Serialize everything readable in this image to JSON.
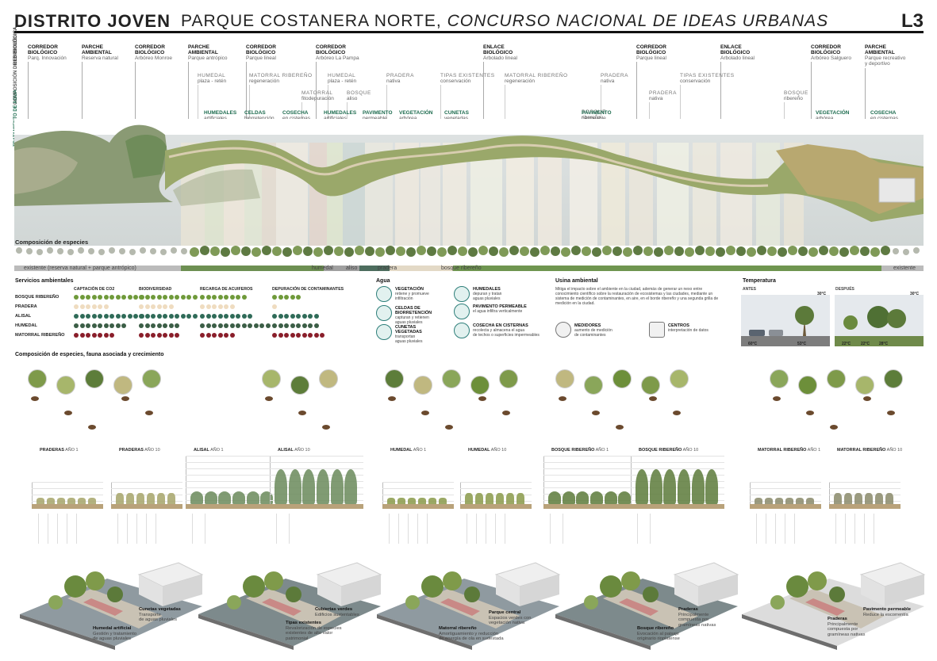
{
  "header": {
    "title_bold": "DISTRITO JOVEN",
    "title_rest": "PARQUE COSTANERA NORTE,",
    "title_italic": "CONCURSO NACIONAL DE IDEAS URBANAS",
    "sheet": "L3"
  },
  "side_labels": {
    "red": "RED BIOLÓGICA",
    "composicion": "COMPOSICIÓN DE ESPECIES",
    "agua": "TRATAMIENTO DE AGUA"
  },
  "row1": [
    {
      "title": "CORREDOR\nBIOLÓGICO",
      "sub": "Parq. Innovación"
    },
    {
      "title": "PARCHE\nAMBIENTAL",
      "sub": "Reserva natural"
    },
    {
      "title": "CORREDOR\nBIOLÓGICO",
      "sub": "Arbóreo Monroe"
    },
    {
      "title": "PARCHE\nAMBIENTAL",
      "sub": "Parque antrópico"
    },
    {
      "title": "CORREDOR\nBIOLÓGICO",
      "sub": "Parque lineal"
    },
    {
      "title": "CORREDOR\nBIOLÓGICO",
      "sub": "Arbóreo La Pampa"
    },
    {
      "title": "ENLACE\nBIOLÓGICO",
      "sub": "Arbolado lineal"
    },
    {
      "title": "CORREDOR\nBIOLÓGICO",
      "sub": "Parque lineal"
    },
    {
      "title": "ENLACE\nBIOLÓGICO",
      "sub": "Arbolado lineal"
    },
    {
      "title": "CORREDOR\nBIOLÓGICO",
      "sub": "Arbóreo Salguero"
    },
    {
      "title": "PARCHE\nAMBIENTAL",
      "sub": "Parque recreativo\ny deportivo"
    }
  ],
  "row2": [
    {
      "title": "HUMEDAL",
      "sub": "plaza - retén"
    },
    {
      "title": "MATORRAL RIBEREÑO",
      "sub": "regeneración"
    },
    {
      "title": "HUMEDAL",
      "sub": "plaza - retén"
    },
    {
      "title": "PRADERA",
      "sub": "nativa"
    },
    {
      "title": "TIPAS EXISTENTES",
      "sub": "conservación"
    },
    {
      "title": "MATORRAL RIBEREÑO",
      "sub": "regeneración"
    },
    {
      "title": "PRADERA",
      "sub": "nativa"
    },
    {
      "title": "TIPAS EXISTENTES",
      "sub": "conservación"
    },
    {
      "title": "MATORRAL",
      "sub": "fitodepuración"
    },
    {
      "title": "BOSQUE",
      "sub": "aliso"
    },
    {
      "title": "PRADERA",
      "sub": "nativa"
    },
    {
      "title": "BOSQUE",
      "sub": "ribereño"
    },
    {
      "title": "BOSQUE",
      "sub": "ribereño"
    }
  ],
  "row3": [
    {
      "title": "HUMEDALES",
      "sub": "artificiales"
    },
    {
      "title": "CELDAS",
      "sub": "biorretención"
    },
    {
      "title": "COSECHA",
      "sub": "en cisternas"
    },
    {
      "title": "HUMEDALES",
      "sub": "artificiales"
    },
    {
      "title": "PAVIMENTO",
      "sub": "permeable"
    },
    {
      "title": "VEGETACIÓN",
      "sub": "arbórea"
    },
    {
      "title": "CUNETAS",
      "sub": "vegetadas"
    },
    {
      "title": "PAVIMENTO",
      "sub": "permeable"
    },
    {
      "title": "VEGETACIÓN",
      "sub": "arbórea"
    },
    {
      "title": "COSECHA",
      "sub": "en cisternas"
    }
  ],
  "plan": {
    "species_title": "Composición de especies",
    "strip": [
      "existente (reserva natural + parque antrópico)",
      "humedal",
      "aliso",
      "pradera",
      "bosque ribereño",
      "existente"
    ]
  },
  "services": {
    "title": "Servicios ambientales",
    "columns": [
      "CAPTACIÓN DE CO2",
      "BIODIVERSIDAD",
      "RECARGA DE ACUIFEROS",
      "DEPURACIÓN DE CONTAMINANTES"
    ],
    "rows": [
      {
        "label": "BOSQUE RIBEREÑO",
        "color": "#6f9a3a",
        "counts": [
          12,
          10,
          8,
          5
        ]
      },
      {
        "label": "PRADERA",
        "color": "#efdcc0",
        "counts": [
          6,
          6,
          6,
          1
        ]
      },
      {
        "label": "ALISAL",
        "color": "#2f6b58",
        "counts": [
          12,
          10,
          9,
          8
        ]
      },
      {
        "label": "HUMEDAL",
        "color": "#3b5e46",
        "counts": [
          9,
          7,
          12,
          8
        ]
      },
      {
        "label": "MATORRAL RIBEREÑO",
        "color": "#8a1e2a",
        "counts": [
          7,
          7,
          6,
          9
        ]
      }
    ]
  },
  "agua": {
    "title": "Agua",
    "items": [
      {
        "title": "VEGETACIÓN",
        "text": "retiene y promueve\ninfiltración"
      },
      {
        "title": "CELDAS DE\nBIORRETENCIÓN",
        "text": "capturan y retienen\naguas pluviales"
      },
      {
        "title": "CUNETAS\nVEGETADAS",
        "text": "transportan\naguas pluviales"
      },
      {
        "title": "HUMEDALES",
        "text": "depuran y tratan\naguas pluviales"
      },
      {
        "title": "PAVIMENTO PERMEABLE",
        "text": "el agua infiltra verticalmente"
      },
      {
        "title": "COSECHA EN CISTERNAS",
        "text": "recolecta y almacena el agua\nde techos o superficies impermeables"
      }
    ]
  },
  "usina": {
    "title": "Usina ambiental",
    "text": "Mitiga el impacto sobre el ambiente en la ciudad, además de generar un nexo entre conocimiento científico sobre la restauración de ecosistemas y las ciudades, mediante un sistema de medición de contaminantes, en aire, en el borde ribereño y una segunda grilla de medición en la ciudad.",
    "items": [
      {
        "title": "MEDIDORES",
        "text": "aumento de medición\nde contaminantes"
      },
      {
        "title": "CENTROS",
        "text": "interpretación de datos"
      }
    ]
  },
  "temperatura": {
    "title": "Temperatura",
    "antes": "ANTES",
    "despues": "DESPUÉS",
    "antes_values": [
      "30°C",
      "60°C",
      "53°C"
    ],
    "despues_values": [
      "30°C",
      "22°C",
      "22°C",
      "28°C"
    ]
  },
  "fauna": {
    "title": "Composición de especies, fauna asociada y crecimiento"
  },
  "growth": [
    {
      "name": "PRADERAS",
      "year": "AÑO 1"
    },
    {
      "name": "PRADERAS",
      "year": "AÑO 10"
    },
    {
      "name": "ALISAL",
      "year": "AÑO 1"
    },
    {
      "name": "ALISAL",
      "year": "AÑO 10"
    },
    {
      "name": "HUMEDAL",
      "year": "AÑO 1"
    },
    {
      "name": "HUMEDAL",
      "year": "AÑO 10"
    },
    {
      "name": "BOSQUE RIBEREÑO",
      "year": "AÑO 1"
    },
    {
      "name": "BOSQUE RIBEREÑO",
      "year": "AÑO 10"
    },
    {
      "name": "MATORRAL RIBEREÑO",
      "year": "AÑO 1"
    },
    {
      "name": "MATORRAL RIBEREÑO",
      "year": "AÑO 10"
    }
  ],
  "iso": [
    {
      "title": "Cunetas vegetadas",
      "text": "Transporte\nde aguas pluviales"
    },
    {
      "title": "Humedal artificial",
      "text": "Gestión y tratamiento\nde aguas pluviales"
    },
    {
      "title": "Cubiertas verdes",
      "text": "Edificios sustentables"
    },
    {
      "title": "Tipas existentes",
      "text": "Revalorización de especies\nexistentes de alto valor\npatrimonial"
    },
    {
      "title": "Parque central",
      "text": "Espacios verdes con\nvegetación nativa"
    },
    {
      "title": "Matorral ribereño",
      "text": "Amortiguamiento y reducción\nde energía de ola en sudestada"
    },
    {
      "title": "Praderas",
      "text": "Principalmente\ncompuesta por\ngramíneas nativas"
    },
    {
      "title": "Bosque ribereño",
      "text": "Evocación al paisaje\noriginario rioplatense"
    },
    {
      "title": "Pavimento permeable",
      "text": "Reduce la escorrentía"
    },
    {
      "title": "Praderas",
      "text": "Principalmente\ncompuesta por\ngramíneas nativas"
    }
  ]
}
